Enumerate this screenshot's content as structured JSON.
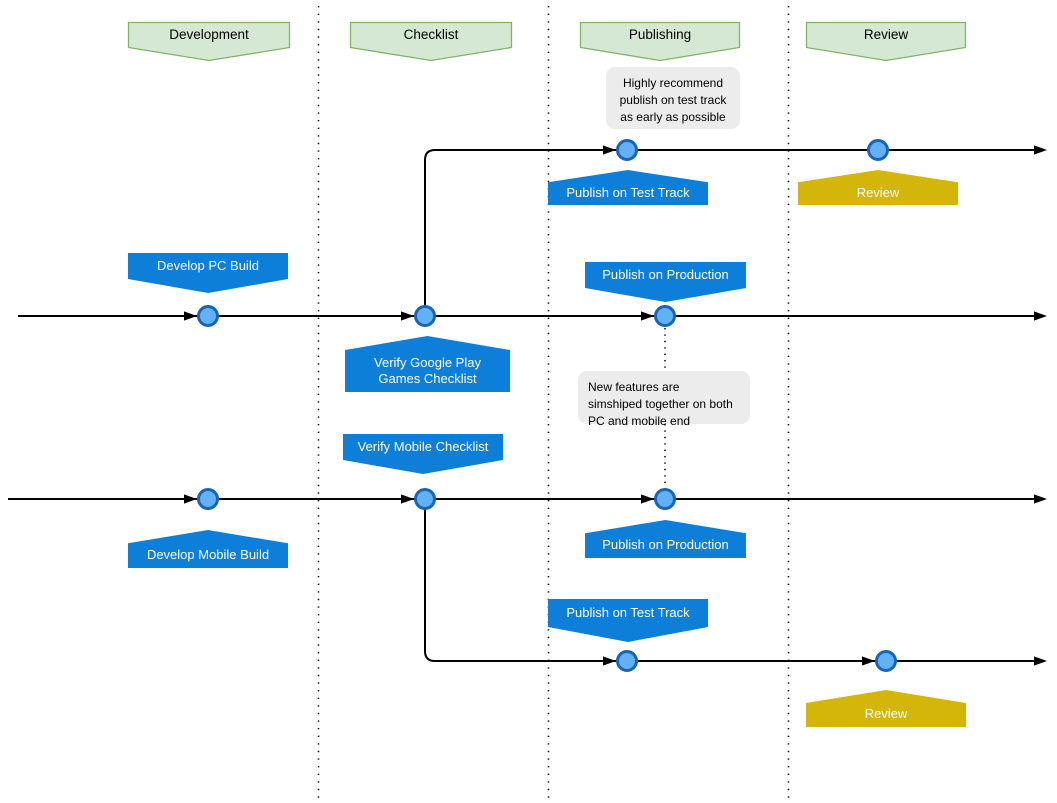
{
  "lanes": [
    {
      "label": "Development"
    },
    {
      "label": "Checklist"
    },
    {
      "label": "Publishing"
    },
    {
      "label": "Review"
    }
  ],
  "notes": {
    "test_track": "Highly recommend\npublish on test track\nas early as possible",
    "simship": "New features are\nsimshiped together on both\nPC and mobile end"
  },
  "pc_track": {
    "develop": "Develop PC Build",
    "verify_checklist": "Verify Google Play\nGames Checklist",
    "publish_test_track": "Publish on Test Track",
    "publish_production": "Publish on Production",
    "review": "Review"
  },
  "mobile_track": {
    "develop": "Develop Mobile Build",
    "verify_checklist": "Verify Mobile Checklist",
    "publish_test_track": "Publish on Test Track",
    "publish_production": "Publish on Production",
    "review": "Review"
  },
  "colors": {
    "lane_header_fill": "#d5e8d4",
    "lane_header_border": "#82b366",
    "task_banner_fill": "#0e7fd9",
    "review_banner_fill": "#d4b60a",
    "note_fill": "#ececec",
    "milestone_fill": "#63b1f2",
    "milestone_border": "#1665b8",
    "line_color": "#000000"
  }
}
